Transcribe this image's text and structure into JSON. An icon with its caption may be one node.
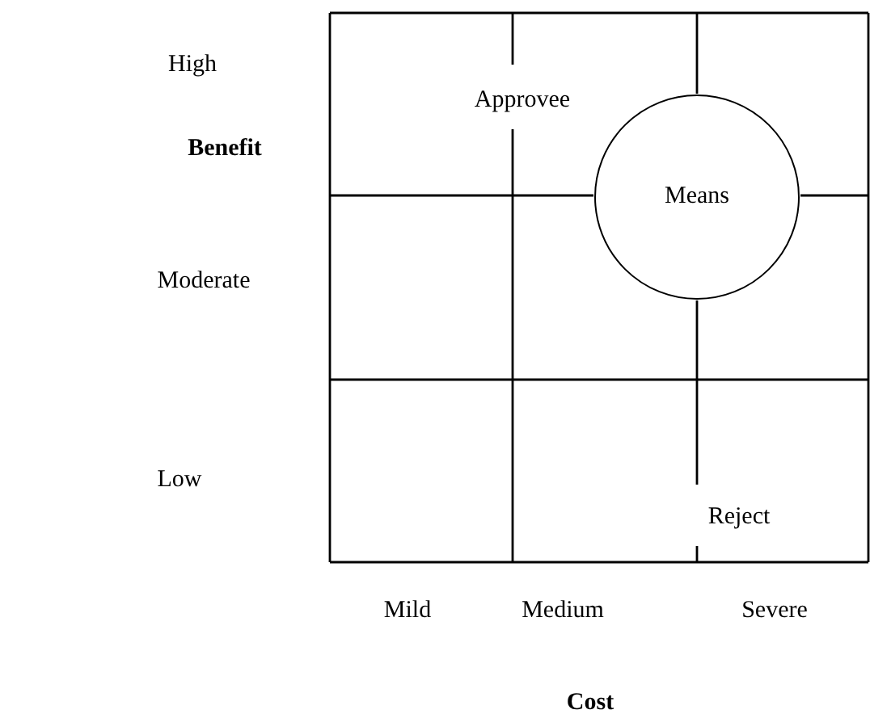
{
  "diagram": {
    "nodes": [
      {
        "text": [
          "Means"
        ]
      }
    ],
    "edges": [],
    "labels": [
      "High",
      "Approvee",
      "Benefit",
      "Moderate",
      "Low",
      "Reject",
      "Mild",
      "Medium",
      "Severe",
      "Cost"
    ]
  }
}
